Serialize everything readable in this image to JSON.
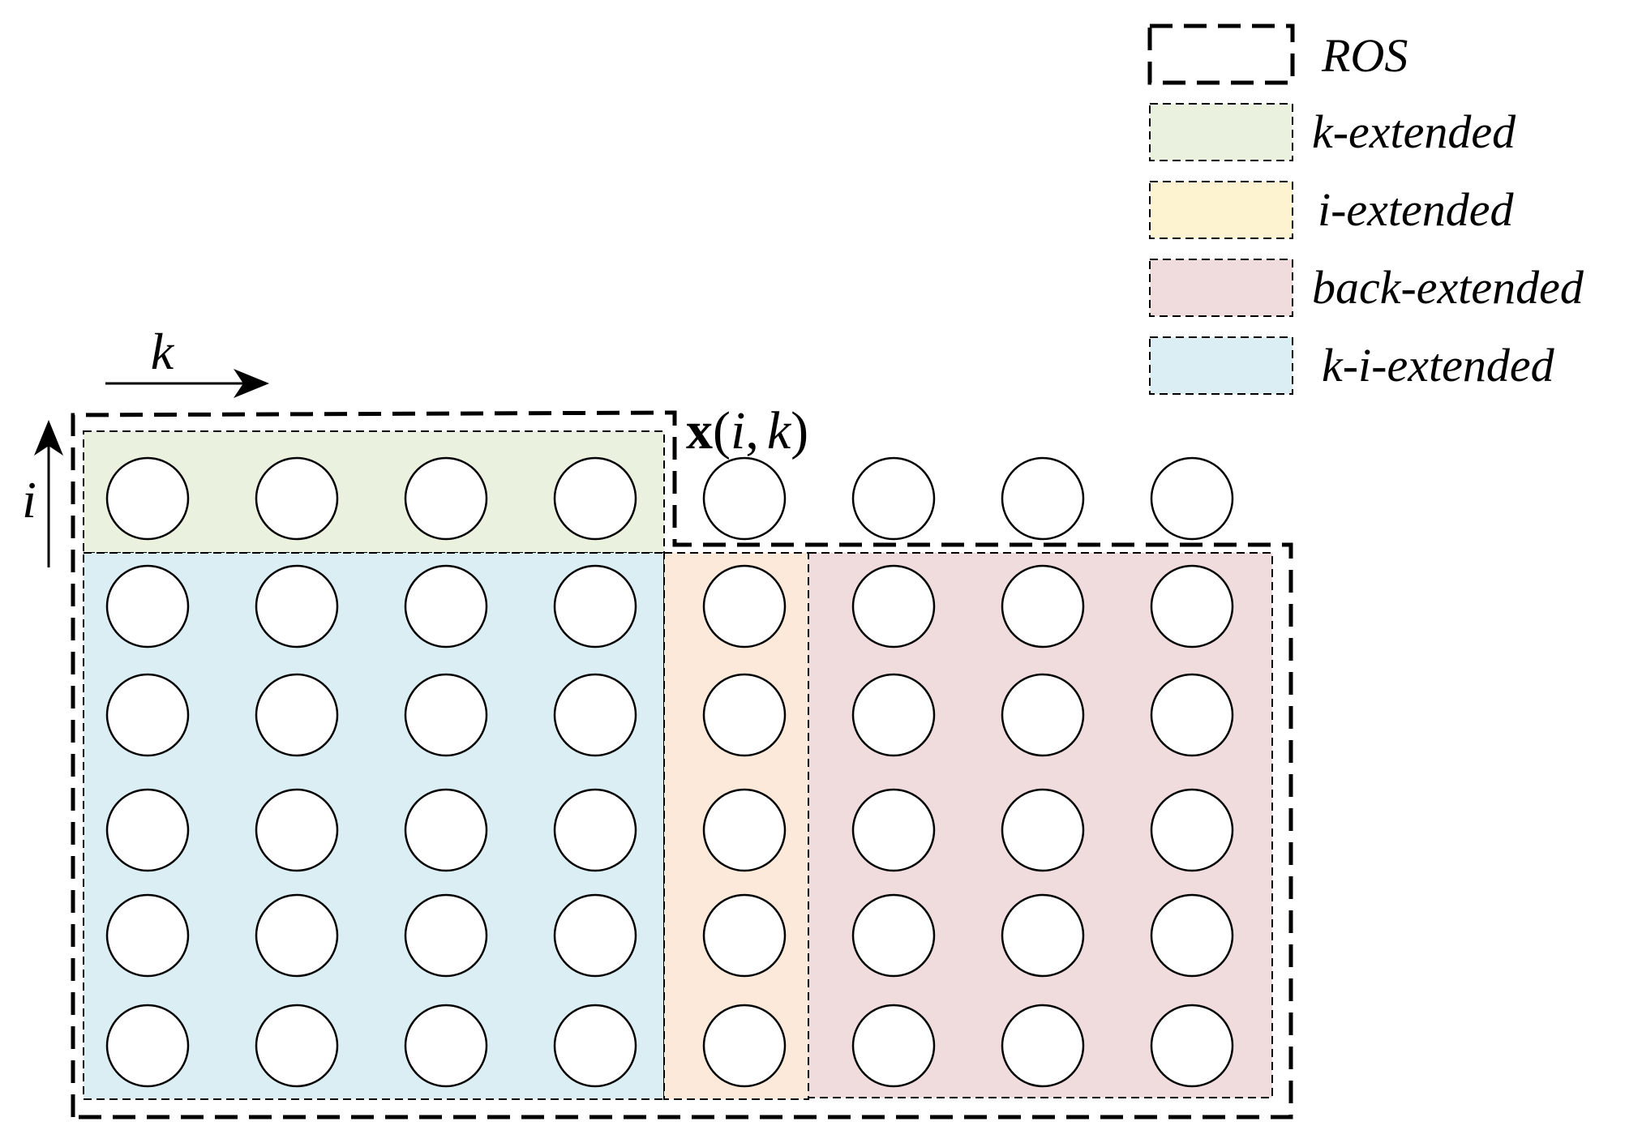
{
  "axes": {
    "k_label": "k",
    "i_label": "i"
  },
  "point_label": {
    "bold": "x",
    "open": "(",
    "i": "i",
    "comma": ",",
    "k": "k",
    "close": ")"
  },
  "legend": [
    {
      "id": "ros",
      "label": "ROS",
      "fill": "none",
      "style": "thick-dashed"
    },
    {
      "id": "k-extended",
      "label": "k-extended",
      "fill": "#eaf1de",
      "style": "thin-dashed"
    },
    {
      "id": "i-extended",
      "label": "i-extended",
      "fill": "#fdf3d1",
      "style": "thin-dashed"
    },
    {
      "id": "back-extended",
      "label": "back-extended",
      "fill": "#f0dcdc",
      "style": "thin-dashed"
    },
    {
      "id": "k-i-extended",
      "label": "k-i-extended",
      "fill": "#dbeef4",
      "style": "thin-dashed"
    }
  ],
  "regions": {
    "k-extended": "#eaf1de",
    "k-i-extended": "#dbeef4",
    "i-extended": "#fde9da",
    "back-extended": "#f0dcdc"
  },
  "grid": {
    "rows": 6,
    "cols": 8
  }
}
